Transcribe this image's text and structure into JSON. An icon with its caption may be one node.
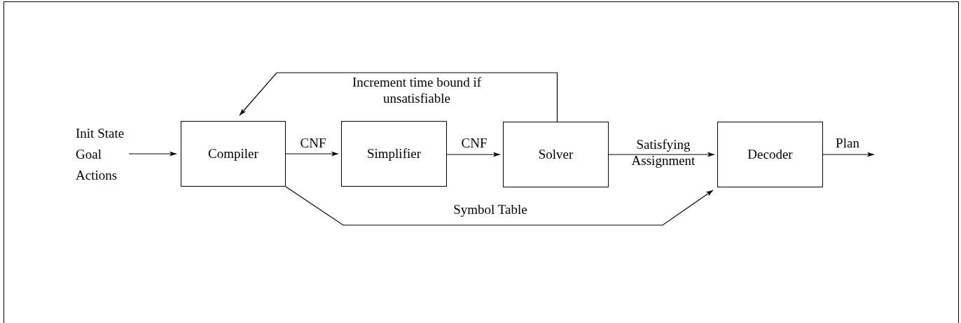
{
  "diagram": {
    "nodes": [
      {
        "text": [
          "Init State",
          "Goal",
          "Actions"
        ]
      },
      {
        "text": [
          "Compiler"
        ]
      },
      {
        "text": [
          "Simplifier"
        ]
      },
      {
        "text": [
          "Solver"
        ]
      },
      {
        "text": [
          "Decoder"
        ]
      }
    ],
    "edges": [
      {
        "from": 0,
        "to": 1,
        "arrow": "to"
      },
      {
        "from": 1,
        "to": 2,
        "arrow": "to",
        "label": "CNF"
      },
      {
        "from": 2,
        "to": 3,
        "arrow": "to",
        "label": "CNF"
      },
      {
        "from": 3,
        "to": 4,
        "arrow": "to",
        "label": "Satisfying Assignment"
      },
      {
        "from": 4,
        "to": null,
        "arrow": "to",
        "label": "Plan"
      },
      {
        "from": 3,
        "to": 1,
        "arrow": "to",
        "label": "Increment time bound if unsatisfiable"
      },
      {
        "from": 1,
        "to": 4,
        "arrow": "to",
        "label": "Symbol Table"
      }
    ]
  }
}
